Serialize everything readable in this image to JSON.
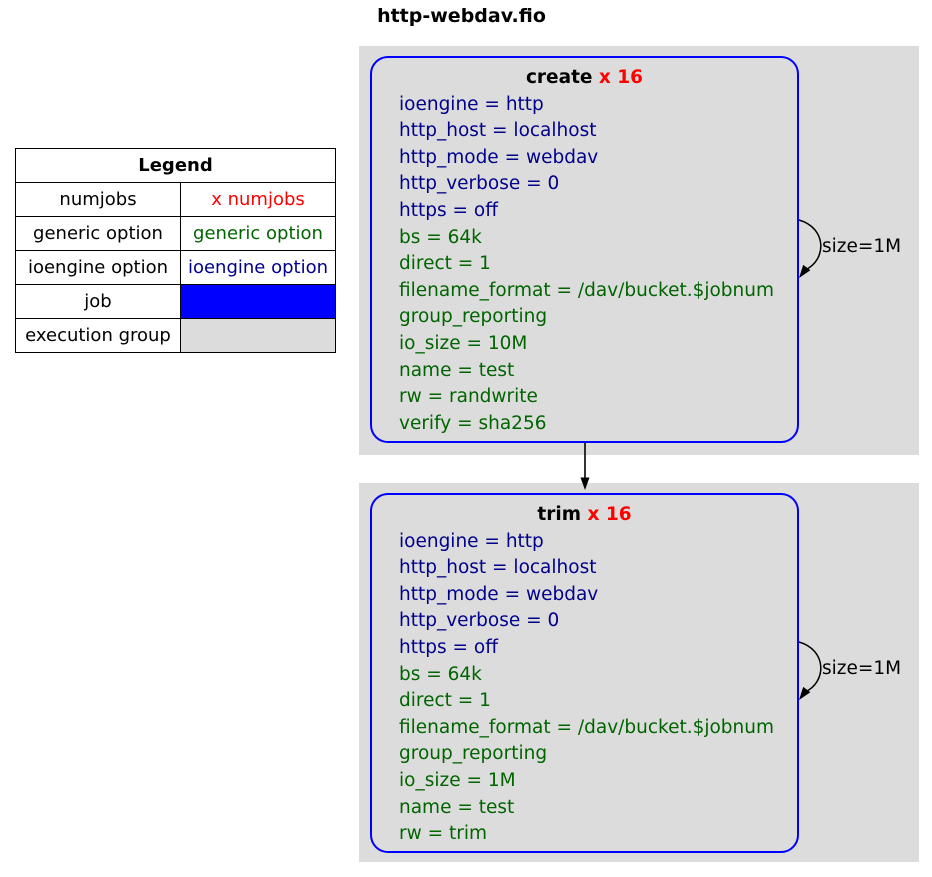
{
  "title": "http-webdav.fio",
  "colors": {
    "numjobs_text": "#ff0000",
    "generic_option_text": "#006400",
    "ioengine_option_text": "#00008b",
    "job_border": "#0000ff",
    "job_legend_fill": "#0000ff",
    "execution_group_fill": "#dcdcdc",
    "edge_color": "#000000",
    "background": "#ffffff"
  },
  "legend": {
    "header": "Legend",
    "rows": [
      {
        "label": "numjobs",
        "value": "x numjobs"
      },
      {
        "label": "generic option",
        "value": "generic option"
      },
      {
        "label": "ioengine option",
        "value": "ioengine option"
      },
      {
        "label": "job",
        "value": ""
      },
      {
        "label": "execution group",
        "value": ""
      }
    ]
  },
  "jobs": [
    {
      "name": "create",
      "numjobs_label": "x 16",
      "self_edge_label": "size=1M",
      "options": [
        {
          "text": "ioengine = http",
          "type": "ioengine option"
        },
        {
          "text": "http_host = localhost",
          "type": "ioengine option"
        },
        {
          "text": "http_mode = webdav",
          "type": "ioengine option"
        },
        {
          "text": "http_verbose = 0",
          "type": "ioengine option"
        },
        {
          "text": "https = off",
          "type": "ioengine option"
        },
        {
          "text": "bs = 64k",
          "type": "generic option"
        },
        {
          "text": "direct = 1",
          "type": "generic option"
        },
        {
          "text": "filename_format = /dav/bucket.$jobnum",
          "type": "generic option"
        },
        {
          "text": "group_reporting",
          "type": "generic option"
        },
        {
          "text": "io_size = 10M",
          "type": "generic option"
        },
        {
          "text": "name = test",
          "type": "generic option"
        },
        {
          "text": "rw = randwrite",
          "type": "generic option"
        },
        {
          "text": "verify = sha256",
          "type": "generic option"
        }
      ]
    },
    {
      "name": "trim",
      "numjobs_label": "x 16",
      "self_edge_label": "size=1M",
      "options": [
        {
          "text": "ioengine = http",
          "type": "ioengine option"
        },
        {
          "text": "http_host = localhost",
          "type": "ioengine option"
        },
        {
          "text": "http_mode = webdav",
          "type": "ioengine option"
        },
        {
          "text": "http_verbose = 0",
          "type": "ioengine option"
        },
        {
          "text": "https = off",
          "type": "ioengine option"
        },
        {
          "text": "bs = 64k",
          "type": "generic option"
        },
        {
          "text": "direct = 1",
          "type": "generic option"
        },
        {
          "text": "filename_format = /dav/bucket.$jobnum",
          "type": "generic option"
        },
        {
          "text": "group_reporting",
          "type": "generic option"
        },
        {
          "text": "io_size = 1M",
          "type": "generic option"
        },
        {
          "text": "name = test",
          "type": "generic option"
        },
        {
          "text": "rw = trim",
          "type": "generic option"
        }
      ]
    }
  ]
}
